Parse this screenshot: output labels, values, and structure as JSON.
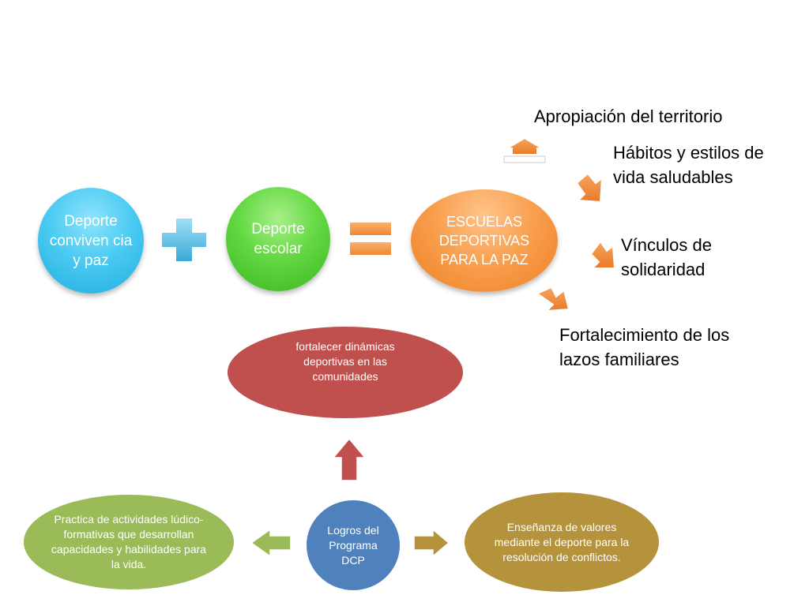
{
  "equation": {
    "term1": "Deporte conviven cia y paz",
    "term2": "Deporte escolar",
    "result": "ESCUELAS DEPORTIVAS PARA LA PAZ"
  },
  "outcomes": {
    "item1": "Apropiación del territorio",
    "item2_line1": "Hábitos y estilos de",
    "item2_line2": "vida saludables",
    "item3_line1": "Vínculos de",
    "item3_line2": "solidaridad",
    "item4_line1": "Fortalecimiento de los",
    "item4_line2": "lazos familiares"
  },
  "program": {
    "center": "Logros del Programa DCP",
    "top": "fortalecer dinámicas deportivas en las comunidades",
    "left": "Practica de actividades lúdico-formativas que desarrollan capacidades y habilidades para la vida.",
    "right": "Enseñanza de valores mediante el deporte para la resolución de conflictos."
  },
  "colors": {
    "blue_circle": "#4ccbf2",
    "green_circle": "#63d842",
    "orange_circle": "#f9a050",
    "plus": "#5bc1e6",
    "equals": "#f39a45",
    "orange_arrow": "#f08c3e",
    "red_oval": "#c0504d",
    "blue_oval": "#4f81bd",
    "green_oval": "#9bbb59",
    "gold_oval": "#b5933d"
  }
}
